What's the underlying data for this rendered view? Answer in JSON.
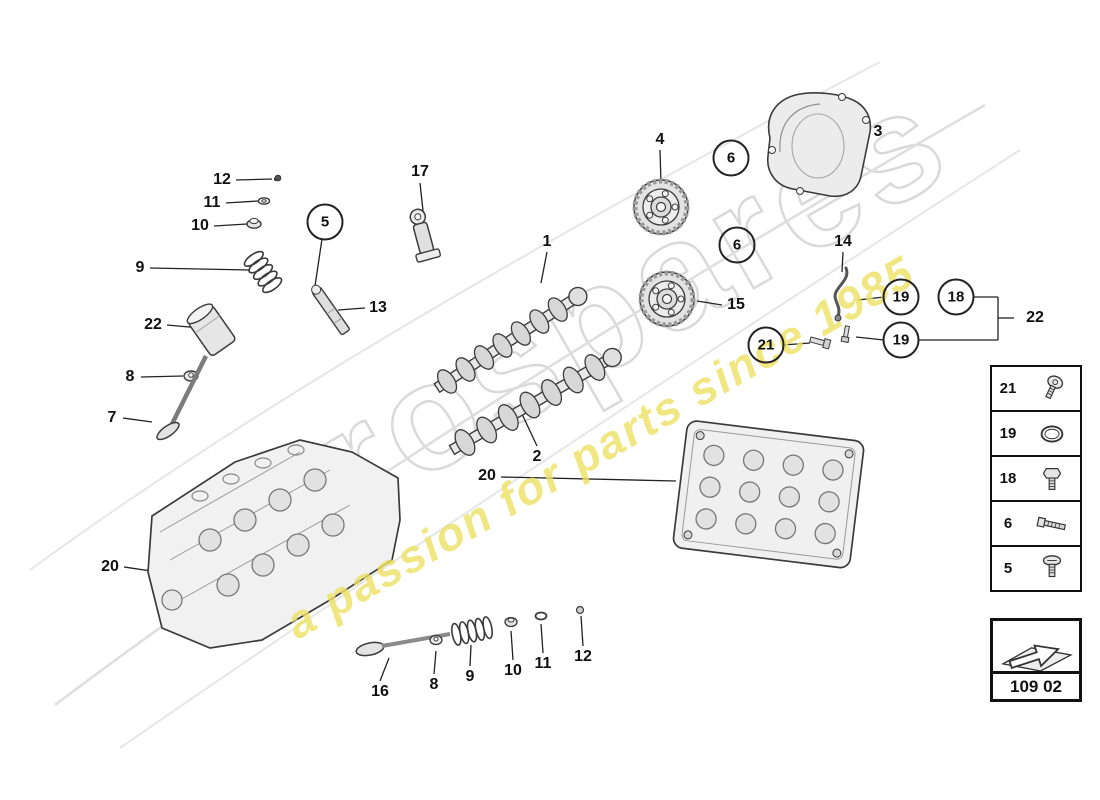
{
  "watermark": {
    "brand": "eurospares",
    "tagline": "a passion for parts since 1985",
    "brand_outline_color": "#d9d9d9",
    "tagline_color": "#ede263"
  },
  "diagram": {
    "callouts": [
      {
        "label": "12",
        "circled": false
      },
      {
        "label": "11",
        "circled": false
      },
      {
        "label": "10",
        "circled": false
      },
      {
        "label": "9",
        "circled": false
      },
      {
        "label": "22",
        "circled": false
      },
      {
        "label": "8",
        "circled": false
      },
      {
        "label": "7",
        "circled": false
      },
      {
        "label": "5",
        "circled": true
      },
      {
        "label": "13",
        "circled": false
      },
      {
        "label": "17",
        "circled": false
      },
      {
        "label": "1",
        "circled": false
      },
      {
        "label": "4",
        "circled": false
      },
      {
        "label": "6",
        "circled": true
      },
      {
        "label": "6",
        "circled": true
      },
      {
        "label": "15",
        "circled": false
      },
      {
        "label": "14",
        "circled": false
      },
      {
        "label": "19",
        "circled": true
      },
      {
        "label": "18",
        "circled": true
      },
      {
        "label": "19",
        "circled": true
      },
      {
        "label": "21",
        "circled": true
      },
      {
        "label": "22",
        "circled": false
      },
      {
        "label": "3",
        "circled": false
      },
      {
        "label": "2",
        "circled": false
      },
      {
        "label": "20",
        "circled": false
      },
      {
        "label": "20",
        "circled": false
      },
      {
        "label": "16",
        "circled": false
      },
      {
        "label": "8",
        "circled": false
      },
      {
        "label": "9",
        "circled": false
      },
      {
        "label": "10",
        "circled": false
      },
      {
        "label": "11",
        "circled": false
      },
      {
        "label": "12",
        "circled": false
      }
    ],
    "parts": [
      "valve-stem-end",
      "valve-keeper",
      "spring-retainer",
      "valve-spring",
      "bucket-tappet",
      "valve-stem-seal",
      "intake-valve",
      "support-stud",
      "camshaft-sensor",
      "camshaft-intake",
      "timing-gear-upper",
      "timing-gear-lower",
      "camshaft-cover",
      "tensioner-rod",
      "cylinder-head",
      "cylinder-head-top-view",
      "exhaust-valve-kit"
    ],
    "line_color": "#3b3b3b"
  },
  "legend": {
    "items": [
      {
        "label": "21",
        "icon": "torx-screw-icon"
      },
      {
        "label": "19",
        "icon": "o-ring-icon"
      },
      {
        "label": "18",
        "icon": "flanged-bolt-icon"
      },
      {
        "label": "6",
        "icon": "hex-bolt-icon"
      },
      {
        "label": "5",
        "icon": "pan-head-screw-icon"
      }
    ]
  },
  "footer": {
    "part_code": "109 02"
  }
}
